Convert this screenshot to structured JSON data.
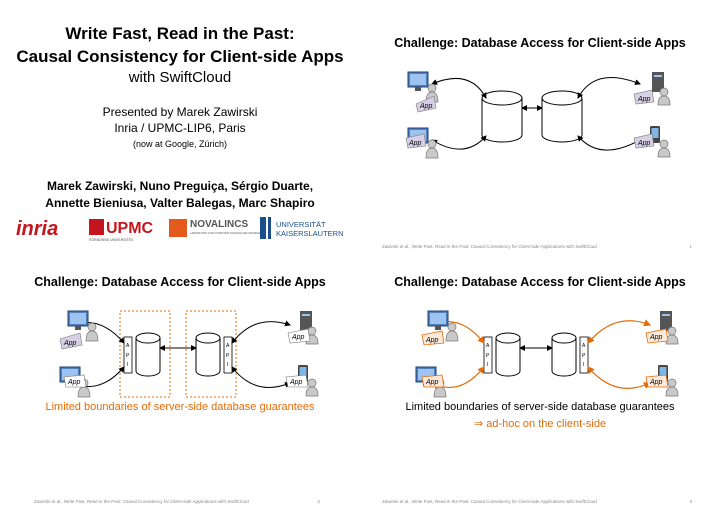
{
  "slide1": {
    "title_line1": "Write Fast, Read in the Past:",
    "title_line2": "Causal Consistency for Client-side Apps",
    "subtitle": "with SwiftCloud",
    "presenter": "Presented by Marek Zawirski",
    "affiliation": "Inria / UPMC-LIP6, Paris",
    "note": "(now at Google, Zürich)",
    "authors_line1": "Marek Zawirski, Nuno Preguiça, Sérgio Duarte,",
    "authors_line2": "Annette Bieniusa, Valter Balegas, Marc Shapiro",
    "logos": {
      "inria": "inria",
      "upmc": "UPMC",
      "upmc_sub": "SORBONNE UNIVERSITÉS",
      "nova": "NOVALINCS",
      "nova_sub": "LABORATORY FOR COMPUTER SCIENCE AND INFORMATICS",
      "kl1": "UNIVERSITÄT",
      "kl2": "KAISERSLAUTERN"
    }
  },
  "common": {
    "challenge_title": "Challenge: Database Access for Client-side Apps",
    "footer": "Zawirski et al., Write Fast, Read in the Past: Causal Consistency for Client-side Applications with SwiftCloud",
    "app_label": "App",
    "api_label": "API"
  },
  "slide2": {
    "page": "1"
  },
  "slide3": {
    "caption": "Limited boundaries of server-side database guarantees",
    "page": "2"
  },
  "slide4": {
    "caption": "Limited boundaries of server-side database guarantees",
    "caption2": "⇒ ad-hoc on the client-side",
    "page": "3"
  },
  "colors": {
    "accent": "#e36c09",
    "purple": "#8064a2"
  }
}
